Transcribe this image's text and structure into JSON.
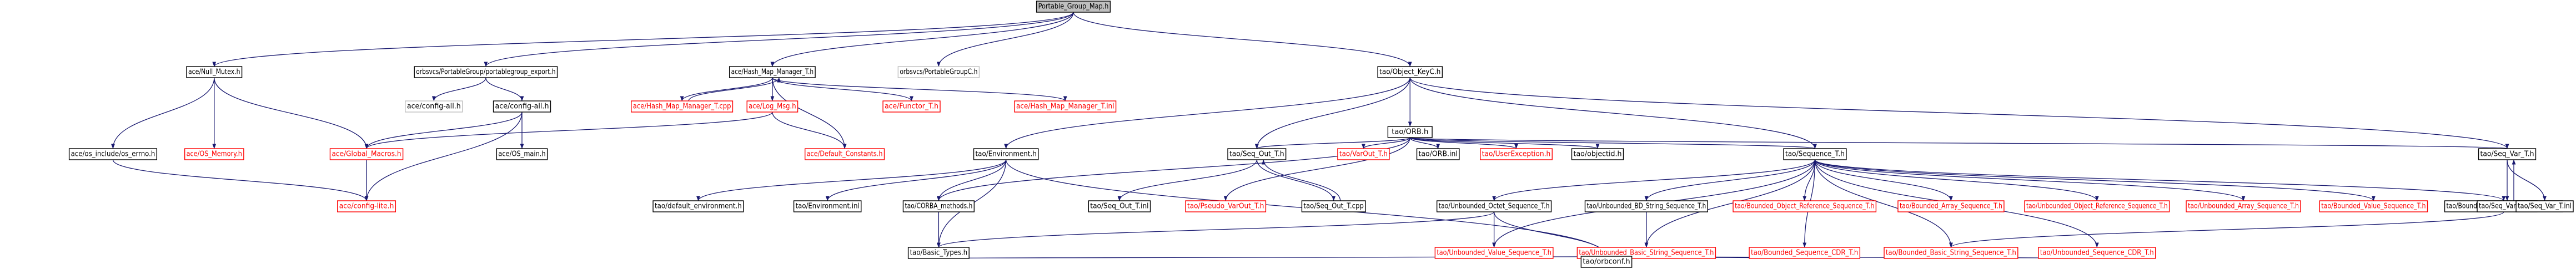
{
  "colors": {
    "root_fill": "#bfbfbf",
    "node_fill": "#ffffff",
    "node_border": "#000000",
    "missing_border": "#ff0000",
    "missing_text": "#ff0000",
    "sys_border": "#bfbfbf",
    "edge": "#191970",
    "text": "#000000"
  },
  "nodes": [
    {
      "id": "root",
      "label": "Portable_Group_Map.h",
      "kind": "root"
    },
    {
      "id": "ace_null_mutex",
      "label": "ace/Null_Mutex.h",
      "kind": "normal"
    },
    {
      "id": "orbsvcs_pg_export",
      "label": "orbsvcs/PortableGroup/portablegroup_export.h",
      "kind": "normal"
    },
    {
      "id": "ace_hash_map_manager",
      "label": "ace/Hash_Map_Manager_T.h",
      "kind": "normal"
    },
    {
      "id": "orbsvcs_pgc",
      "label": "orbsvcs/PortableGroupC.h",
      "kind": "sys"
    },
    {
      "id": "tao_object_keyc",
      "label": "tao/Object_KeyC.h",
      "kind": "normal"
    },
    {
      "id": "ace_config_all_a",
      "label": "ace/config-all.h",
      "kind": "sys"
    },
    {
      "id": "ace_config_all_b",
      "label": "ace/config-all.h",
      "kind": "normal"
    },
    {
      "id": "ace_hash_map_manager_cpp",
      "label": "ace/Hash_Map_Manager_T.cpp",
      "kind": "missing"
    },
    {
      "id": "ace_log_msg",
      "label": "ace/Log_Msg.h",
      "kind": "missing"
    },
    {
      "id": "ace_functor",
      "label": "ace/Functor_T.h",
      "kind": "missing"
    },
    {
      "id": "ace_hash_map_manager_inl",
      "label": "ace/Hash_Map_Manager_T.inl",
      "kind": "missing"
    },
    {
      "id": "tao_orb",
      "label": "tao/ORB.h",
      "kind": "normal"
    },
    {
      "id": "ace_os_include_errno",
      "label": "ace/os_include/os_errno.h",
      "kind": "normal"
    },
    {
      "id": "ace_os_memory",
      "label": "ace/OS_Memory.h",
      "kind": "missing"
    },
    {
      "id": "ace_global_macros",
      "label": "ace/Global_Macros.h",
      "kind": "missing"
    },
    {
      "id": "ace_os_main",
      "label": "ace/OS_main.h",
      "kind": "normal"
    },
    {
      "id": "ace_default_constants",
      "label": "ace/Default_Constants.h",
      "kind": "missing"
    },
    {
      "id": "tao_environment",
      "label": "tao/Environment.h",
      "kind": "normal"
    },
    {
      "id": "tao_seq_out_t",
      "label": "tao/Seq_Out_T.h",
      "kind": "normal"
    },
    {
      "id": "tao_varout_t",
      "label": "tao/VarOut_T.h",
      "kind": "missing"
    },
    {
      "id": "tao_orb_inl",
      "label": "tao/ORB.inl",
      "kind": "normal"
    },
    {
      "id": "tao_user_exception",
      "label": "tao/UserException.h",
      "kind": "missing"
    },
    {
      "id": "tao_objectid",
      "label": "tao/objectid.h",
      "kind": "normal"
    },
    {
      "id": "tao_sequence_t",
      "label": "tao/Sequence_T.h",
      "kind": "normal"
    },
    {
      "id": "tao_seq_var_t",
      "label": "tao/Seq_Var_T.h",
      "kind": "normal"
    },
    {
      "id": "ace_config_lite",
      "label": "ace/config-lite.h",
      "kind": "missing"
    },
    {
      "id": "tao_default_environment",
      "label": "tao/default_environment.h",
      "kind": "normal"
    },
    {
      "id": "tao_environment_inl",
      "label": "tao/Environment.inl",
      "kind": "normal"
    },
    {
      "id": "tao_corba_methods",
      "label": "tao/CORBA_methods.h",
      "kind": "normal"
    },
    {
      "id": "tao_seq_out_t_inl",
      "label": "tao/Seq_Out_T.inl",
      "kind": "normal"
    },
    {
      "id": "tao_pseudo_varout",
      "label": "tao/Pseudo_VarOut_T.h",
      "kind": "missing"
    },
    {
      "id": "tao_seq_out_t_cpp",
      "label": "tao/Seq_Out_T.cpp",
      "kind": "normal"
    },
    {
      "id": "tao_unb_octet_seq",
      "label": "tao/Unbounded_Octet_Sequence_T.h",
      "kind": "normal"
    },
    {
      "id": "tao_unb_bd_string_seq",
      "label": "tao/Unbounded_BD_String_Sequence_T.h",
      "kind": "normal"
    },
    {
      "id": "tao_bounded_objref_seq",
      "label": "tao/Bounded_Object_Reference_Sequence_T.h",
      "kind": "missing"
    },
    {
      "id": "tao_bounded_array_seq",
      "label": "tao/Bounded_Array_Sequence_T.h",
      "kind": "missing"
    },
    {
      "id": "tao_unb_objref_seq",
      "label": "tao/Unbounded_Object_Reference_Sequence_T.h",
      "kind": "missing"
    },
    {
      "id": "tao_unb_array_seq",
      "label": "tao/Unbounded_Array_Sequence_T.h",
      "kind": "missing"
    },
    {
      "id": "tao_bounded_value_seq",
      "label": "tao/Bounded_Value_Sequence_T.h",
      "kind": "missing"
    },
    {
      "id": "tao_bounded_bd_string_seq",
      "label": "tao/Bounded_BD_String_Sequence_T.h",
      "kind": "normal"
    },
    {
      "id": "tao_seq_var_t_cpp",
      "label": "tao/Seq_Var_T.cpp",
      "kind": "normal"
    },
    {
      "id": "tao_seq_var_t_inl",
      "label": "tao/Seq_Var_T.inl",
      "kind": "normal"
    },
    {
      "id": "tao_basic_types",
      "label": "tao/Basic_Types.h",
      "kind": "normal"
    },
    {
      "id": "tao_unb_value_seq",
      "label": "tao/Unbounded_Value_Sequence_T.h",
      "kind": "missing"
    },
    {
      "id": "tao_unb_basic_string_seq",
      "label": "tao/Unbounded_Basic_String_Sequence_T.h",
      "kind": "missing"
    },
    {
      "id": "tao_bounded_seq_cdr",
      "label": "tao/Bounded_Sequence_CDR_T.h",
      "kind": "missing"
    },
    {
      "id": "tao_bounded_basic_string_seq",
      "label": "tao/Bounded_Basic_String_Sequence_T.h",
      "kind": "missing"
    },
    {
      "id": "tao_unb_seq_cdr",
      "label": "tao/Unbounded_Sequence_CDR_T.h",
      "kind": "missing"
    },
    {
      "id": "tao_orbconf",
      "label": "tao/orbconf.h",
      "kind": "normal"
    }
  ],
  "edges": [
    [
      "root",
      "ace_null_mutex"
    ],
    [
      "root",
      "orbsvcs_pg_export"
    ],
    [
      "root",
      "ace_hash_map_manager"
    ],
    [
      "root",
      "orbsvcs_pgc"
    ],
    [
      "root",
      "tao_object_keyc"
    ],
    [
      "ace_null_mutex",
      "ace_os_include_errno"
    ],
    [
      "ace_null_mutex",
      "ace_os_memory"
    ],
    [
      "ace_null_mutex",
      "ace_global_macros"
    ],
    [
      "orbsvcs_pg_export",
      "ace_config_all_a"
    ],
    [
      "orbsvcs_pg_export",
      "ace_config_all_b"
    ],
    [
      "ace_config_all_b",
      "ace_global_macros"
    ],
    [
      "ace_config_all_b",
      "ace_os_main"
    ],
    [
      "ace_config_all_b",
      "ace_config_lite"
    ],
    [
      "ace_hash_map_manager",
      "ace_hash_map_manager_cpp"
    ],
    [
      "ace_hash_map_manager_cpp",
      "ace_hash_map_manager"
    ],
    [
      "ace_hash_map_manager",
      "ace_log_msg"
    ],
    [
      "ace_hash_map_manager",
      "ace_functor"
    ],
    [
      "ace_hash_map_manager",
      "ace_hash_map_manager_inl"
    ],
    [
      "ace_hash_map_manager",
      "ace_default_constants"
    ],
    [
      "ace_log_msg",
      "ace_global_macros"
    ],
    [
      "ace_log_msg",
      "ace_default_constants"
    ],
    [
      "ace_os_include_errno",
      "ace_config_lite"
    ],
    [
      "ace_global_macros",
      "ace_config_lite"
    ],
    [
      "tao_object_keyc",
      "tao_orb"
    ],
    [
      "tao_object_keyc",
      "tao_environment"
    ],
    [
      "tao_object_keyc",
      "tao_seq_out_t"
    ],
    [
      "tao_object_keyc",
      "tao_sequence_t"
    ],
    [
      "tao_object_keyc",
      "tao_seq_var_t"
    ],
    [
      "tao_orb",
      "tao_seq_out_t"
    ],
    [
      "tao_orb",
      "tao_varout_t"
    ],
    [
      "tao_orb",
      "tao_orb_inl"
    ],
    [
      "tao_orb",
      "tao_user_exception"
    ],
    [
      "tao_orb",
      "tao_objectid"
    ],
    [
      "tao_orb",
      "tao_sequence_t"
    ],
    [
      "tao_orb",
      "tao_seq_var_t"
    ],
    [
      "tao_orb",
      "tao_corba_methods"
    ],
    [
      "tao_orb",
      "tao_pseudo_varout"
    ],
    [
      "tao_environment",
      "tao_default_environment"
    ],
    [
      "tao_environment",
      "tao_environment_inl"
    ],
    [
      "tao_environment",
      "tao_corba_methods"
    ],
    [
      "tao_environment",
      "tao_basic_types"
    ],
    [
      "tao_environment",
      "tao_orbconf"
    ],
    [
      "tao_corba_methods",
      "tao_basic_types"
    ],
    [
      "tao_basic_types",
      "tao_orbconf"
    ],
    [
      "tao_seq_out_t",
      "tao_seq_out_t_inl"
    ],
    [
      "tao_seq_out_t",
      "tao_seq_out_t_cpp"
    ],
    [
      "tao_seq_out_t_cpp",
      "tao_seq_out_t"
    ],
    [
      "tao_sequence_t",
      "tao_unb_octet_seq"
    ],
    [
      "tao_sequence_t",
      "tao_unb_bd_string_seq"
    ],
    [
      "tao_sequence_t",
      "tao_bounded_objref_seq"
    ],
    [
      "tao_sequence_t",
      "tao_bounded_array_seq"
    ],
    [
      "tao_sequence_t",
      "tao_unb_objref_seq"
    ],
    [
      "tao_sequence_t",
      "tao_unb_array_seq"
    ],
    [
      "tao_sequence_t",
      "tao_bounded_value_seq"
    ],
    [
      "tao_sequence_t",
      "tao_bounded_bd_string_seq"
    ],
    [
      "tao_sequence_t",
      "tao_unb_value_seq"
    ],
    [
      "tao_sequence_t",
      "tao_unb_basic_string_seq"
    ],
    [
      "tao_sequence_t",
      "tao_bounded_seq_cdr"
    ],
    [
      "tao_sequence_t",
      "tao_bounded_basic_string_seq"
    ],
    [
      "tao_sequence_t",
      "tao_unb_seq_cdr"
    ],
    [
      "tao_unb_octet_seq",
      "tao_unb_value_seq"
    ],
    [
      "tao_unb_octet_seq",
      "tao_orbconf"
    ],
    [
      "tao_unb_octet_seq",
      "tao_basic_types"
    ],
    [
      "tao_unb_bd_string_seq",
      "tao_unb_basic_string_seq"
    ],
    [
      "tao_bounded_bd_string_seq",
      "tao_bounded_basic_string_seq"
    ],
    [
      "tao_bounded_seq_cdr",
      "tao_orbconf"
    ],
    [
      "tao_unb_seq_cdr",
      "tao_orbconf"
    ],
    [
      "tao_seq_var_t",
      "tao_seq_var_t_cpp"
    ],
    [
      "tao_seq_var_t_cpp",
      "tao_seq_var_t"
    ],
    [
      "tao_seq_var_t",
      "tao_seq_var_t_inl"
    ]
  ]
}
